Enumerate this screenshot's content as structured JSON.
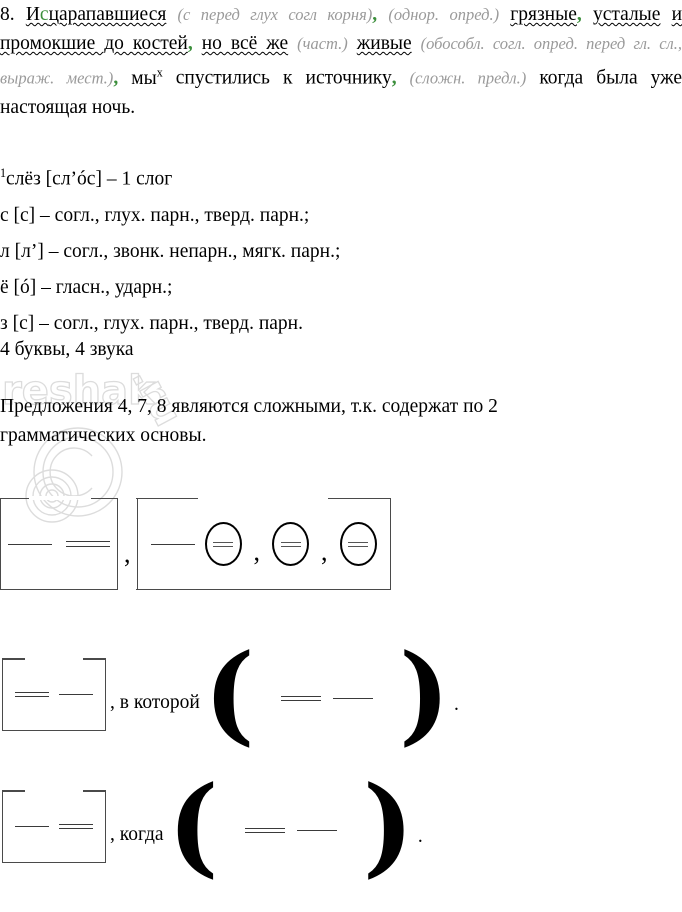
{
  "analysis": {
    "number": "8.",
    "word_main_pre": "И",
    "word_main_green": "с",
    "word_main_post": "царапавшиеся",
    "note1": "(с перед глух согл корня)",
    "comma1": ",",
    "note2": "(однор. опред.)",
    "homog1": "грязные",
    "comma2": ",",
    "homog2": "усталые",
    "homog3": "и промокшие до костей",
    "comma3": ",",
    "homog4": "но всё же",
    "note3": "(част.)",
    "homog5": "живые",
    "note4": "(обособл. согл. опред. перед гл. сл., выраж. мест.)",
    "comma4": ",",
    "subject": "мы",
    "subject_sup": "х",
    "predicate": "спустились к источнику",
    "comma5": ",",
    "note5": "(сложн. предл.)",
    "tail": "когда была уже настоящая ночь."
  },
  "phonetic": {
    "superscript": "1",
    "word": "слёз",
    "transcription": "[сл’óс]",
    "dash": "–",
    "syllables": "1 слог",
    "lines": [
      "с [с] – согл., глух. парн., тверд. парн.;",
      "л [л’] – согл., звонк. непарн., мягк. парн.;",
      "ё [ó] – гласн., ударн.;",
      "з [с] – согл., глух. парн., тверд. парн."
    ],
    "letters_sounds": "4 буквы, 4 звука"
  },
  "explanation": {
    "line1": "Предложения 4, 7, 8 являются сложными, т.к. содержат по 2",
    "line2": "грамматических основы."
  },
  "schemes": [
    {
      "id": "scheme-1",
      "clauses": [
        {
          "type": "bracket",
          "size": "big",
          "members": [
            "subject",
            "predicate"
          ]
        },
        {
          "type": "comma",
          "text": ","
        },
        {
          "type": "bracket",
          "size": "big2",
          "members": [
            "subject",
            "circle",
            "comma",
            "circle",
            "comma",
            "circle"
          ]
        }
      ]
    },
    {
      "id": "scheme-2",
      "clauses": [
        {
          "type": "bracket",
          "size": "small",
          "members": [
            "predicate",
            "subject"
          ]
        },
        {
          "type": "text",
          "text": ", в которой"
        },
        {
          "type": "paren",
          "members": [
            "predicate",
            "subject"
          ]
        },
        {
          "type": "dot",
          "text": "."
        }
      ]
    },
    {
      "id": "scheme-3",
      "clauses": [
        {
          "type": "bracket",
          "size": "small",
          "members": [
            "subject",
            "predicate"
          ]
        },
        {
          "type": "text",
          "text": ", когда"
        },
        {
          "type": "paren",
          "members": [
            "predicate",
            "subject"
          ]
        },
        {
          "type": "dot",
          "text": "."
        }
      ]
    }
  ],
  "scheme_labels": {
    "in_which": ", в которой",
    "when": ", когда",
    "comma": ",",
    "period": ".",
    "paren_open": "(",
    "paren_close": ")"
  },
  "watermark": {
    "text": "reshak.ru",
    "symbol": "©"
  },
  "colors": {
    "green": "#3c8f3c",
    "note_gray": "#9a9a9a",
    "ink": "#000000",
    "watermark_gray": "#d9d9d9"
  }
}
